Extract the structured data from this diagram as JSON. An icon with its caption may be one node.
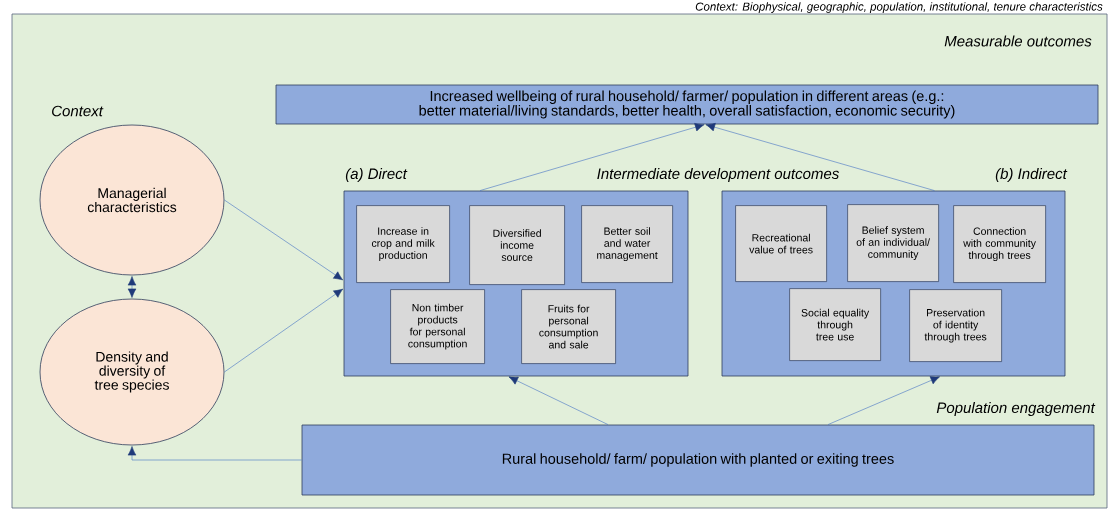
{
  "diagram": {
    "nodes": [
      {
        "text": [
          "Increased wellbeing of rural household/ farmer/ population in different areas (e.g.: better material/living standards, better health, overall satisfaction, economic security)"
        ],
        "beside": [
          "Measurable outcomes"
        ]
      },
      {
        "text": [
          "Managerial characteristics"
        ],
        "beside": [
          "Context"
        ]
      },
      {
        "text": [
          "Density and diversity of tree species"
        ]
      },
      {
        "text": [
          "(a) Direct"
        ]
      },
      {
        "text": [
          "Increase in crop and milk production"
        ],
        "in": 3
      },
      {
        "text": [
          "Diversified income source"
        ],
        "in": 3
      },
      {
        "text": [
          "Better soil and water management"
        ],
        "in": 3
      },
      {
        "text": [
          "Non timber products for personal consumption"
        ],
        "in": 3
      },
      {
        "text": [
          "Fruits for personal consumption and sale"
        ],
        "in": 3
      },
      {
        "text": [
          "(b) Indirect"
        ]
      },
      {
        "text": [
          "Recreational value of trees"
        ],
        "in": 9
      },
      {
        "text": [
          "Belief system of an individual/ community"
        ],
        "in": 9
      },
      {
        "text": [
          "Connection with community through trees"
        ],
        "in": 9
      },
      {
        "text": [
          "Social equality through tree use"
        ],
        "in": 9
      },
      {
        "text": [
          "Preservation of identity through trees"
        ],
        "in": 9
      },
      {
        "text": [
          "Rural household/ farm/ population with planted or exiting trees"
        ],
        "beside": [
          "Population engagement"
        ]
      }
    ],
    "edges": [
      {
        "from": 3,
        "to": 0,
        "arrow": "to"
      },
      {
        "from": 9,
        "to": 0,
        "arrow": "to"
      },
      {
        "from": 1,
        "to": 3,
        "arrow": "to"
      },
      {
        "from": 2,
        "to": 3,
        "arrow": "to"
      },
      {
        "from": 1,
        "to": 2,
        "arrow": "both"
      },
      {
        "from": 15,
        "to": 3,
        "arrow": "to"
      },
      {
        "from": 15,
        "to": 9,
        "arrow": "to"
      },
      {
        "from": 15,
        "to": 2,
        "arrow": "to"
      }
    ],
    "labels": [
      "Context: Biophysical, geographic, population, institutional, tenure characteristics",
      "Intermediate development outcomes"
    ]
  }
}
